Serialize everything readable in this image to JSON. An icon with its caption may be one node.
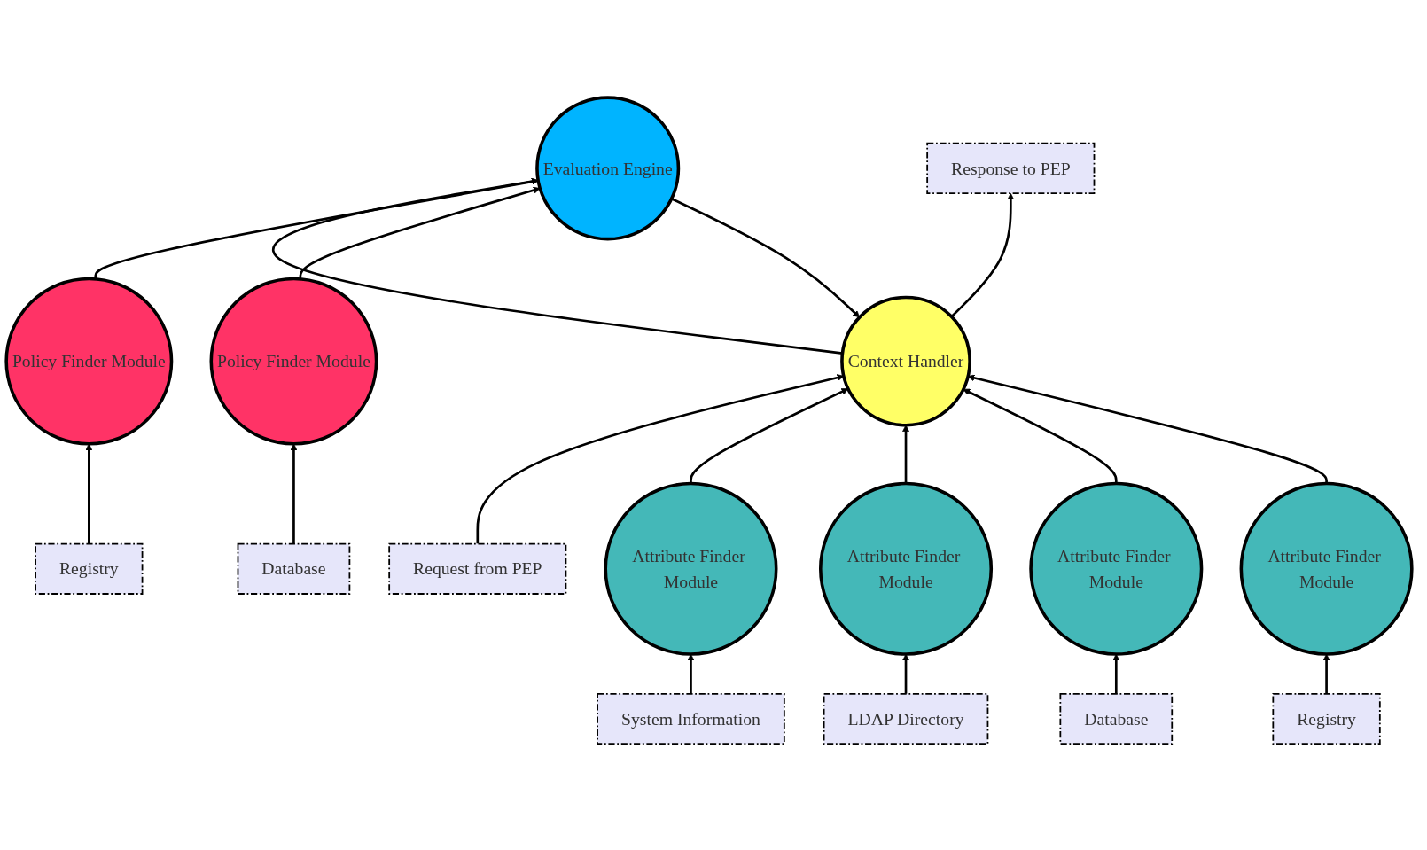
{
  "diagram": {
    "nodes": [
      {
        "text": [
          "Request from PEP"
        ]
      },
      {
        "text": [
          "Context Handler"
        ]
      },
      {
        "text": [
          "Evaluation Engine"
        ]
      },
      {
        "text": [
          "Policy Finder Module"
        ]
      },
      {
        "text": [
          "Registry"
        ]
      },
      {
        "text": [
          "Policy Finder Module"
        ]
      },
      {
        "text": [
          "Database"
        ]
      },
      {
        "text": [
          "Response to PEP"
        ]
      },
      {
        "text": [
          "Attribute Finder Module"
        ]
      },
      {
        "text": [
          "Attribute Finder Module"
        ]
      },
      {
        "text": [
          "Attribute Finder Module"
        ]
      },
      {
        "text": [
          "Attribute Finder Module"
        ]
      },
      {
        "text": [
          "System Information"
        ]
      },
      {
        "text": [
          "LDAP Directory"
        ]
      },
      {
        "text": [
          "Database"
        ]
      },
      {
        "text": [
          "Registry"
        ]
      }
    ],
    "edges": [
      {
        "from": 0,
        "to": 1,
        "arrow": "to"
      },
      {
        "from": 1,
        "to": 2,
        "arrow": "to"
      },
      {
        "from": 2,
        "to": 1,
        "arrow": "to"
      },
      {
        "from": 3,
        "to": 2,
        "arrow": "to"
      },
      {
        "from": 4,
        "to": 3,
        "arrow": "to"
      },
      {
        "from": 5,
        "to": 2,
        "arrow": "to"
      },
      {
        "from": 6,
        "to": 5,
        "arrow": "to"
      },
      {
        "from": 1,
        "to": 7,
        "arrow": "to"
      },
      {
        "from": 8,
        "to": 1,
        "arrow": "to"
      },
      {
        "from": 9,
        "to": 1,
        "arrow": "to"
      },
      {
        "from": 10,
        "to": 1,
        "arrow": "to"
      },
      {
        "from": 11,
        "to": 1,
        "arrow": "to"
      },
      {
        "from": 12,
        "to": 8,
        "arrow": "to"
      },
      {
        "from": 13,
        "to": 9,
        "arrow": "to"
      },
      {
        "from": 14,
        "to": 10,
        "arrow": "to"
      },
      {
        "from": 15,
        "to": 11,
        "arrow": "to"
      }
    ]
  }
}
